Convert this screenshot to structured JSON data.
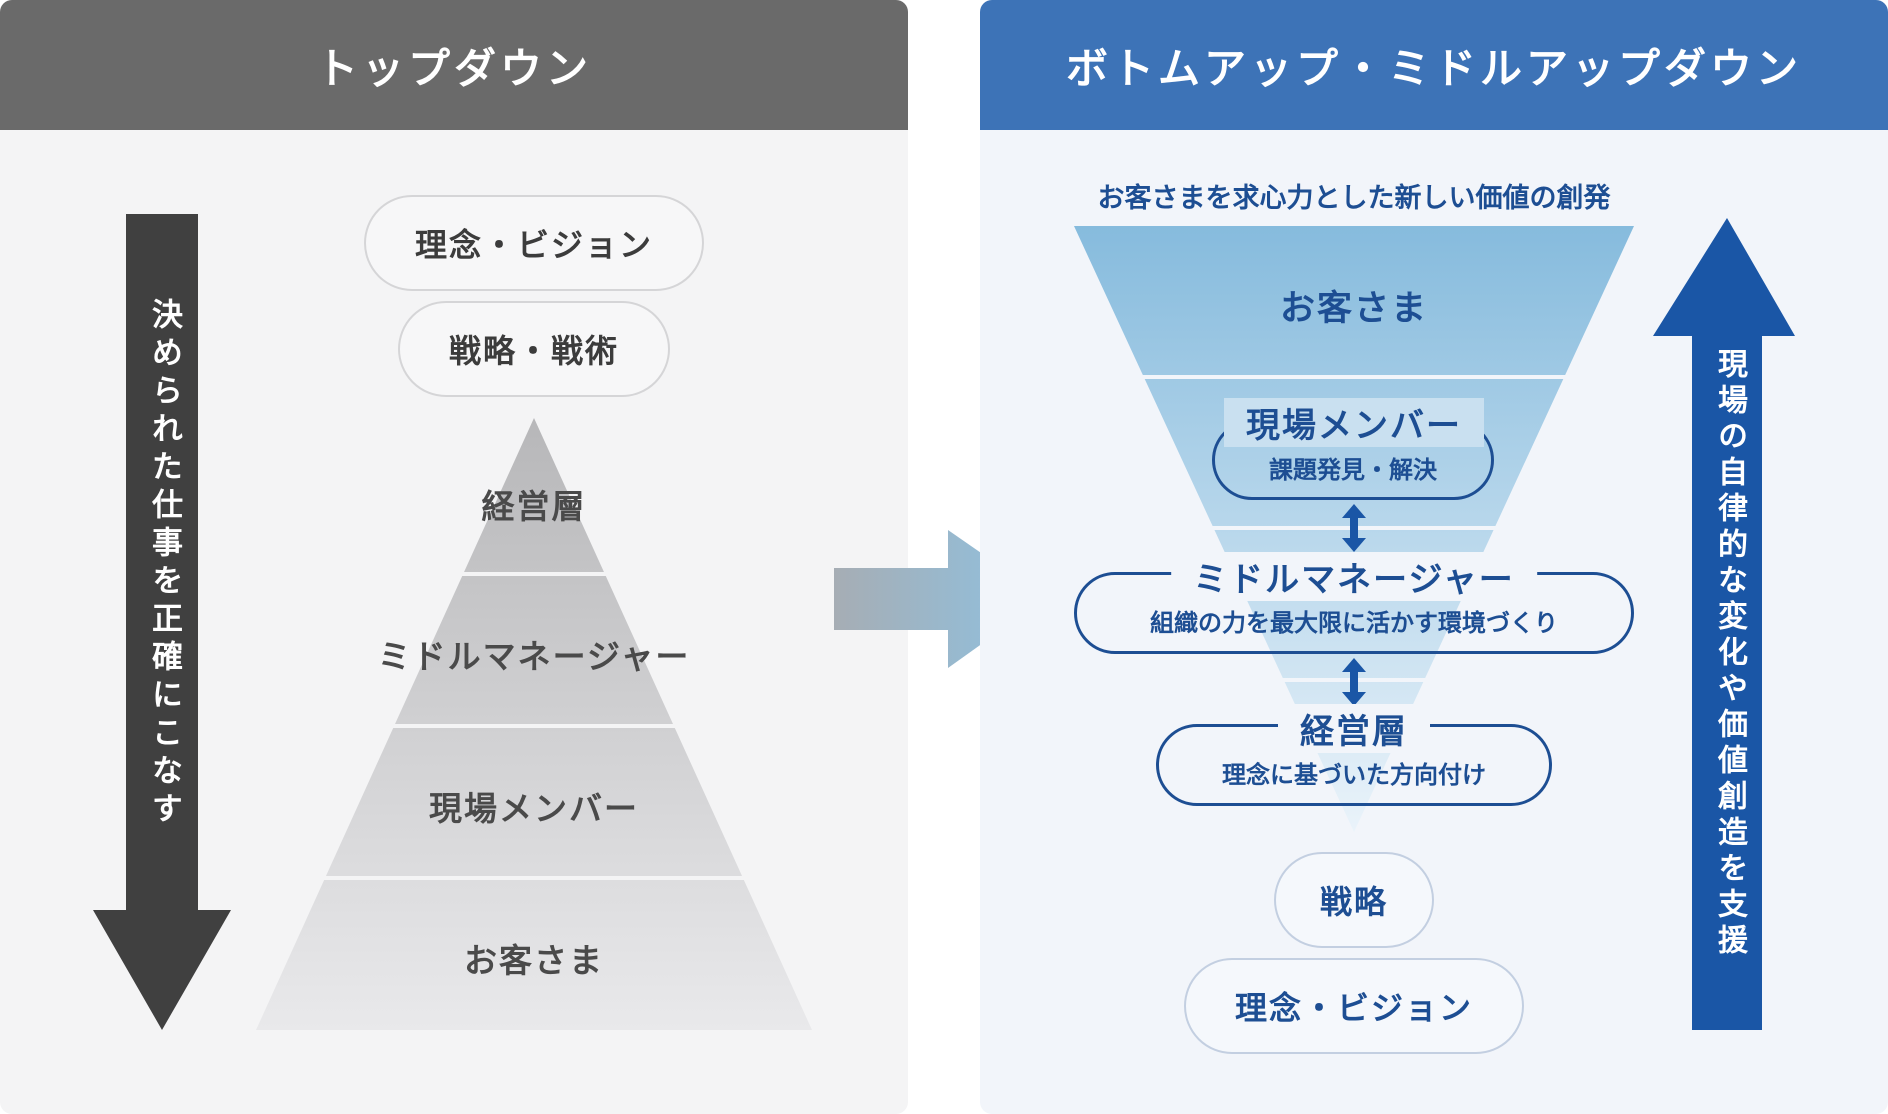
{
  "left": {
    "header": "トップダウン",
    "pills": [
      "理念・ビジョン",
      "戦略・戦術"
    ],
    "arrow_text": "決められた仕事を正確にこなす",
    "pyramid_levels": [
      "経営層",
      "ミドルマネージャー",
      "現場メンバー",
      "お客さま"
    ]
  },
  "right": {
    "header": "ボトムアップ・ミドルアップダウン",
    "funnel_caption": "お客さまを求心力とした新しい価値の創発",
    "funnel_top": "お客さま",
    "levels": [
      {
        "title": "現場メンバー",
        "desc": "課題発見・解決"
      },
      {
        "title": "ミドルマネージャー",
        "desc": "組織の力を最大限に活かす環境づくり"
      },
      {
        "title": "経営層",
        "desc": "理念に基づいた方向付け"
      }
    ],
    "pills": [
      "戦略",
      "理念・ビジョン"
    ],
    "arrow_text": "現場の自律的な変化や価値創造を支援"
  },
  "colors": {
    "left_header": "#6a6a6a",
    "right_header": "#3d73b7",
    "dark_arrow": "#404040",
    "blue_arrow": "#1a56a6",
    "accent_text": "#1d4e93"
  }
}
